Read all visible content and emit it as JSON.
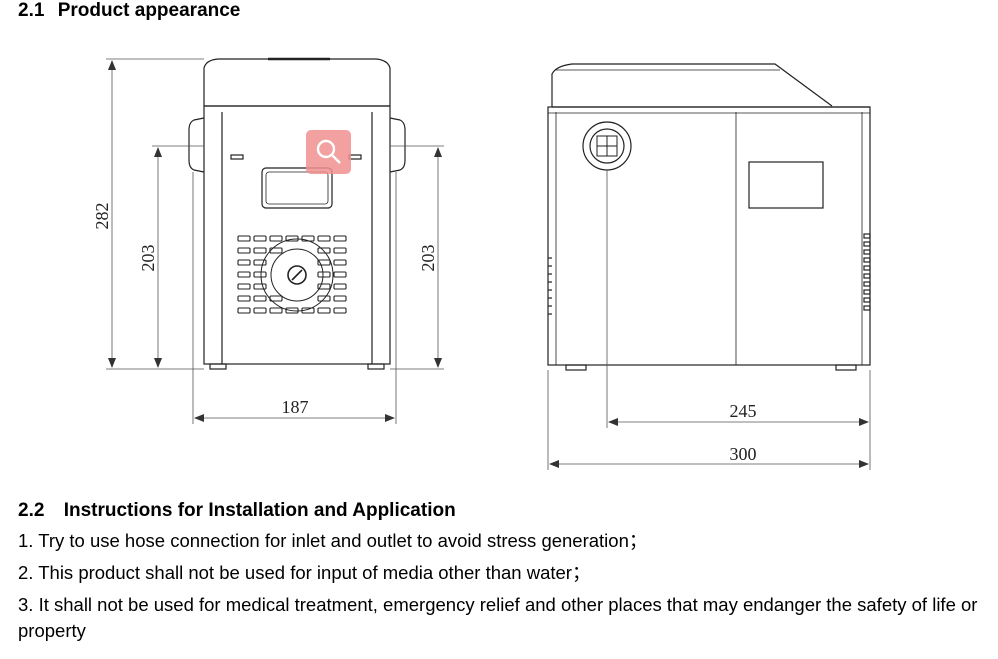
{
  "section1": {
    "number": "2.1",
    "title": "Product appearance"
  },
  "front_view": {
    "height_overall": "282",
    "height_body_left": "203",
    "height_body_right": "203",
    "width": "187"
  },
  "side_view": {
    "depth_body": "245",
    "depth_overall": "300"
  },
  "zoom_badge": {
    "icon": "search-icon",
    "color": "#f08080"
  },
  "section2": {
    "number": "2.2",
    "title": "Instructions for Installation and Application",
    "items": [
      "1. Try to use hose connection for inlet and outlet to avoid stress generation；",
      "2. This product shall not be used for input of media other than water；",
      "3. It shall not be used for medical treatment, emergency relief and other places that may endanger the safety of life or property"
    ]
  }
}
